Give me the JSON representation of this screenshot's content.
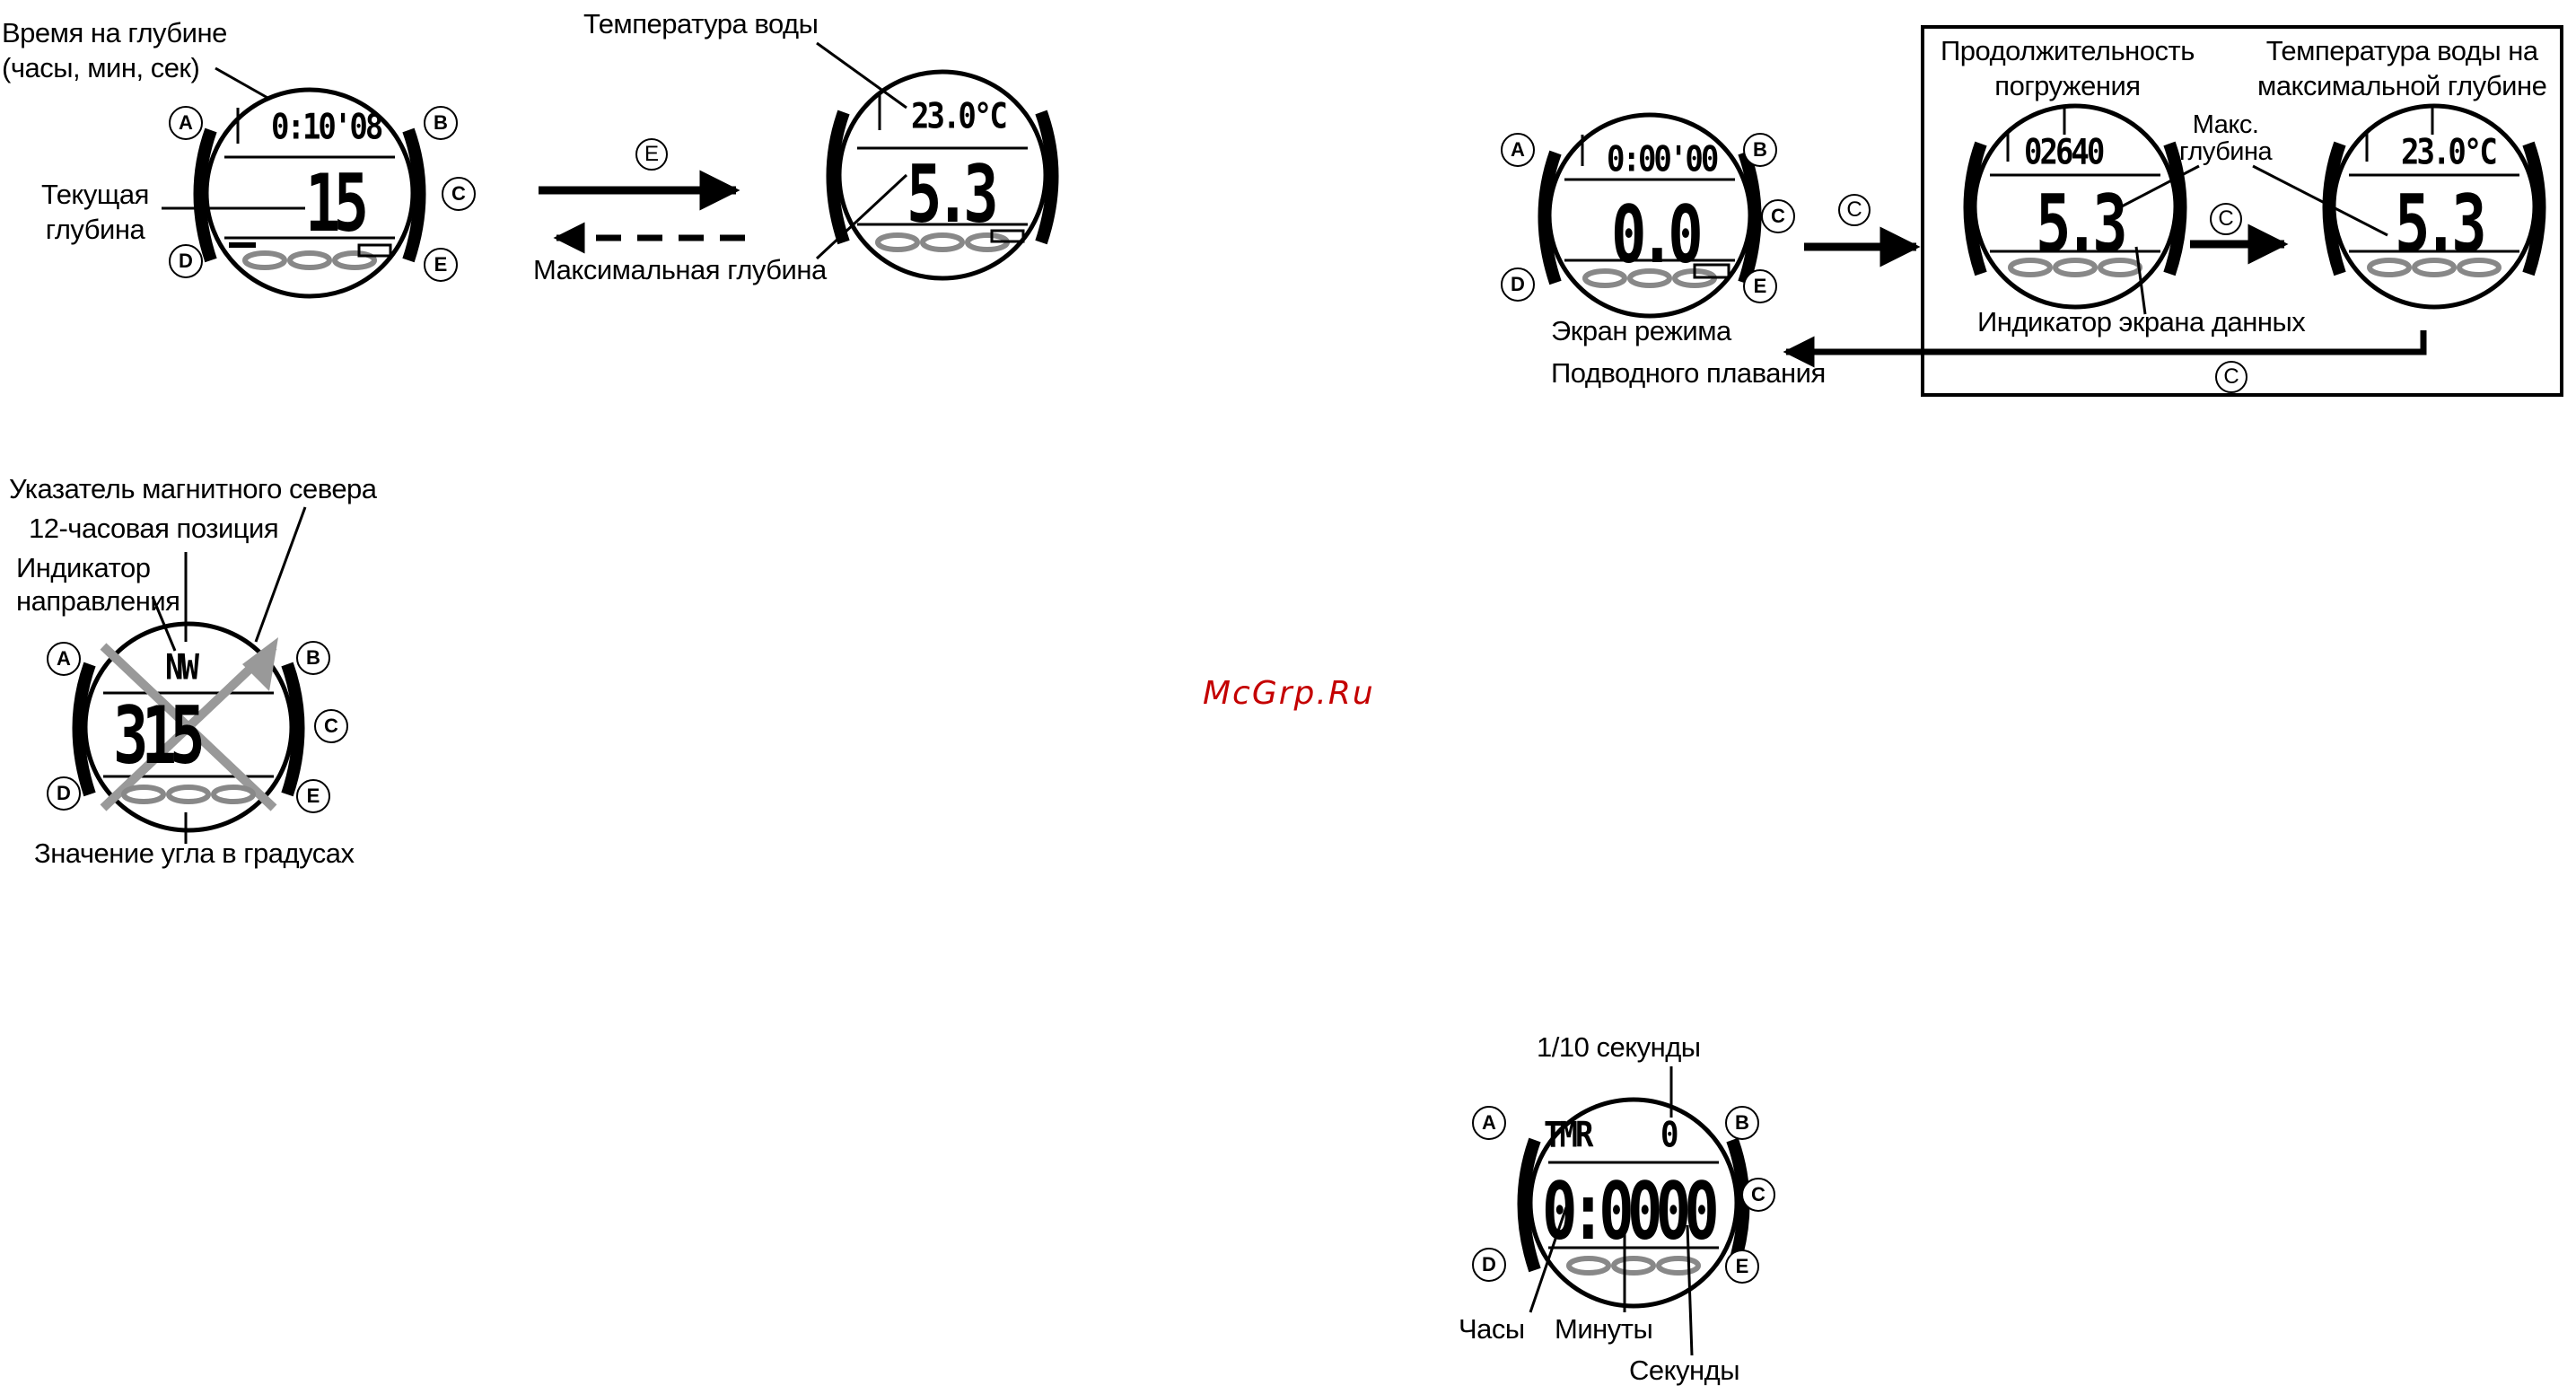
{
  "watermark": "McGrp.Ru",
  "buttons": {
    "a": "A",
    "b": "B",
    "c": "C",
    "d": "D",
    "e": "E"
  },
  "arrow_keys": {
    "e": "E",
    "c": "C"
  },
  "diagram_dive": {
    "label_time": "Время на глубине\n(часы, мин, сек)",
    "label_current_depth": "Текущая\nглубина",
    "label_water_temp": "Температура воды",
    "label_max_depth": "Максимальная глубина",
    "watch1_top": "0:10'08",
    "watch1_big": "15",
    "watch2_top": "23.0°C",
    "watch2_big": "5.3"
  },
  "diagram_log": {
    "label_duration": "Продолжительность\nпогружения",
    "label_temp_max": "Температура воды на\nмаксимальной глубине",
    "label_max_depth": "Макс.\nглубина",
    "label_data_indicator": "Индикатор экрана данных",
    "label_screen_mode": "Экран режима\nПодводного плавания",
    "watch1_top": "0:00'00",
    "watch1_big": "0.0",
    "watch2_top": "02640",
    "watch2_big": "5.3",
    "watch3_top": "23.0°C",
    "watch3_big": "5.3"
  },
  "diagram_compass": {
    "label_north": "Указатель магнитного севера",
    "label_12": "12-часовая позиция",
    "label_dir": "Индикатор\nнаправления",
    "label_angle": "Значение угла в градусах",
    "watch_top": "NW",
    "watch_big": "315"
  },
  "diagram_timer": {
    "label_tenth": "1/10 секунды",
    "label_hours": "Часы",
    "label_minutes": "Минуты",
    "label_seconds": "Секунды",
    "watch_top": "TMR",
    "watch_tenth": "0",
    "watch_big": "0:0000"
  }
}
